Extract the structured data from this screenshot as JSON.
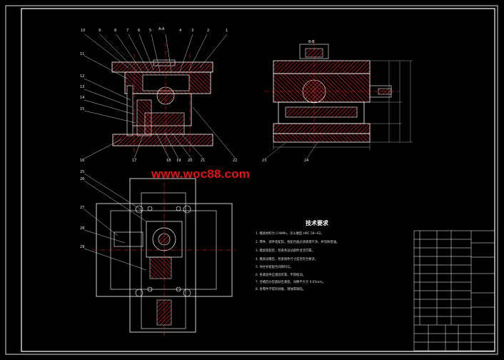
{
  "watermark": "www.woc88.com",
  "tech_requirements": {
    "title": "技术要求",
    "notes": [
      "1. 模具材料为 CrWMn，淬火硬度 HRC 58~62。",
      "2. 零件、部件装配前，各配合面必须清理干净，并涂防锈油。",
      "3. 模具装配后，检查各运动部件灵活可靠。",
      "4. 模具试模后，检查制件尺寸是否符合要求。",
      "5. 导柱导套配合间隙均匀。",
      "6. 各紧固件应紧固可靠，不得松动。",
      "7. 合模后分型面贴合紧密，间隙不大于 0.05mm。",
      "8. 各零件不得有划痕、锈蚀等缺陷。"
    ]
  },
  "part_numbers": {
    "top": [
      "10",
      "9",
      "8",
      "7",
      "6",
      "5",
      "4",
      "3",
      "2",
      "1"
    ],
    "left": [
      "11",
      "12",
      "13",
      "14",
      "15",
      "16"
    ],
    "bottom": [
      "17",
      "18",
      "19",
      "20",
      "21",
      "22",
      "23",
      "24"
    ],
    "plan": [
      "25",
      "26",
      "27",
      "28",
      "29"
    ]
  },
  "section_labels": {
    "front": "A-A",
    "side": "B-B"
  },
  "colors": {
    "background": "#000000",
    "outline": "#ffffff",
    "hatch": "#ff3030",
    "centerline": "#ff3030",
    "dimension": "#e0e0e0",
    "watermark": "#e0141a"
  }
}
